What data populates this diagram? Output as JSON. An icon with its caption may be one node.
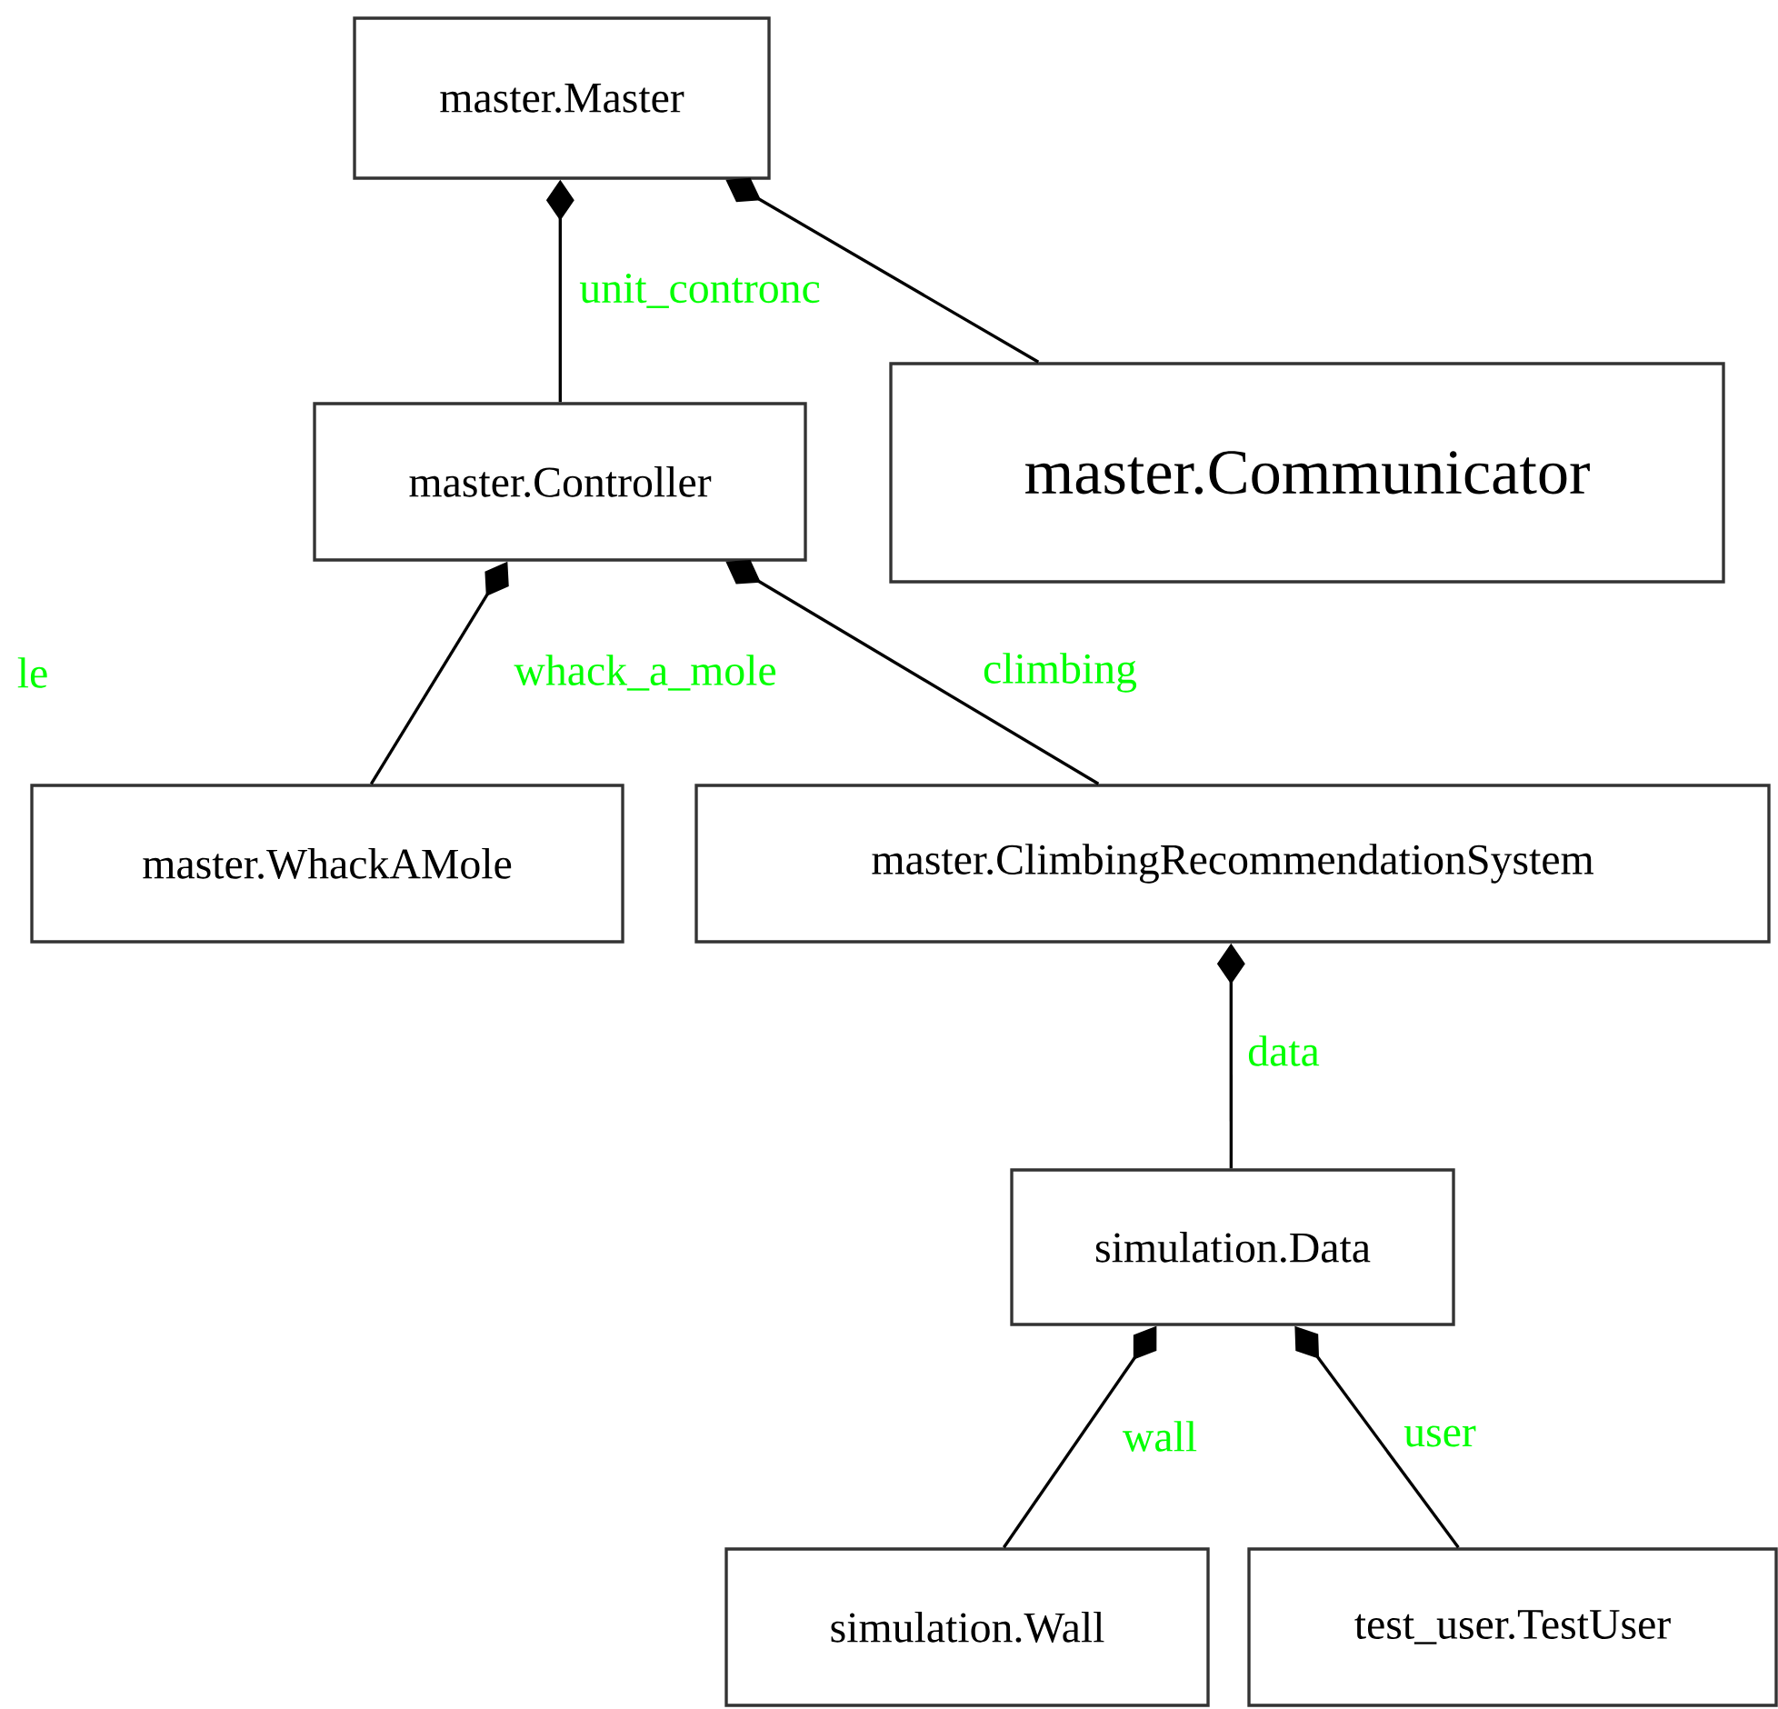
{
  "diagram": {
    "nodes": [
      {
        "text": [
          "master.Master"
        ]
      },
      {
        "text": [
          "master.Controller"
        ]
      },
      {
        "text": [
          "master.Communicator"
        ]
      },
      {
        "text": [
          "master.WhackAMole"
        ]
      },
      {
        "text": [
          "master.ClimbingRecommendationSystem"
        ]
      },
      {
        "text": [
          "simulation.Data"
        ]
      },
      {
        "text": [
          "simulation.Wall"
        ]
      },
      {
        "text": [
          "test_user.TestUser"
        ]
      }
    ],
    "edges": [
      {
        "from": 0,
        "to": 1,
        "arrow": "other",
        "label": "unit_contronc"
      },
      {
        "from": 0,
        "to": 2,
        "arrow": "other"
      },
      {
        "from": 1,
        "to": 3,
        "arrow": "other",
        "label": "whack_a_mole"
      },
      {
        "from": 1,
        "to": 4,
        "arrow": "other",
        "label": "climbing"
      },
      {
        "from": 4,
        "to": 5,
        "arrow": "other",
        "label": "data"
      },
      {
        "from": 5,
        "to": 6,
        "arrow": "other",
        "label": "wall"
      },
      {
        "from": 5,
        "to": 7,
        "arrow": "other",
        "label": "user"
      }
    ],
    "labels": [
      "le"
    ]
  }
}
